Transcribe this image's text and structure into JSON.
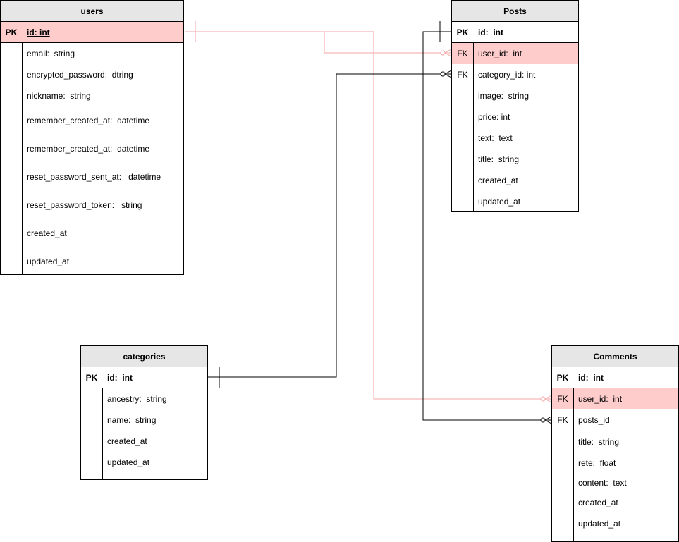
{
  "colors": {
    "header_fill": "#e6e6e6",
    "highlight_fill": "#ffcccc",
    "link_red": "#f4a6a6",
    "link_black": "#000000"
  },
  "tables": {
    "users": {
      "title": "users",
      "pk": {
        "key": "PK",
        "field": "id: int"
      },
      "fields": [
        "email:  string",
        "encrypted_password:  dtring",
        "nickname:  string",
        "remember_created_at:  datetime",
        "remember_created_at:  datetime",
        "reset_password_sent_at:   datetime",
        "reset_password_token:   string",
        "created_at",
        "updated_at"
      ]
    },
    "posts": {
      "title": "Posts",
      "pk": {
        "key": "PK",
        "field": "id:  int"
      },
      "fields": [
        {
          "key": "FK",
          "field": "user_id:  int"
        },
        {
          "key": "FK",
          "field": "category_id: int"
        },
        {
          "key": "",
          "field": "image:  string"
        },
        {
          "key": "",
          "field": "price: int"
        },
        {
          "key": "",
          "field": "text:  text"
        },
        {
          "key": "",
          "field": "title:  string"
        },
        {
          "key": "",
          "field": "created_at"
        },
        {
          "key": "",
          "field": "updated_at"
        }
      ]
    },
    "categories": {
      "title": "categories",
      "pk": {
        "key": "PK",
        "field": "id:  int"
      },
      "fields": [
        "ancestry:  string",
        "name:  string",
        "created_at",
        "updated_at"
      ]
    },
    "comments": {
      "title": "Comments",
      "pk": {
        "key": "PK",
        "field": "id:  int"
      },
      "fields": [
        {
          "key": "FK",
          "field": "user_id:  int"
        },
        {
          "key": "FK",
          "field": "posts_id"
        },
        {
          "key": "",
          "field": "title:  string"
        },
        {
          "key": "",
          "field": "rete:  float"
        },
        {
          "key": "",
          "field": "content:  text"
        },
        {
          "key": "",
          "field": "created_at"
        },
        {
          "key": "",
          "field": "updated_at"
        }
      ]
    }
  }
}
